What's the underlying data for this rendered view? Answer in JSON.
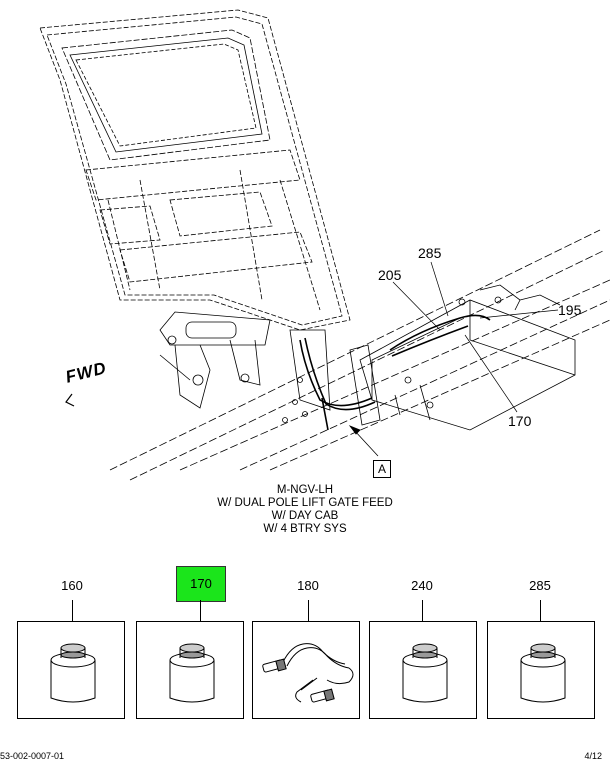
{
  "callouts": {
    "c285": "285",
    "c205": "205",
    "c195": "195",
    "c170": "170"
  },
  "fwd_label": "FWD",
  "ref_box": "A",
  "caption": {
    "line1": "M-NGV-LH",
    "line2": "W/ DUAL POLE LIFT GATE FEED",
    "line3": "W/ DAY CAB",
    "line4": "W/ 4 BTRY SYS"
  },
  "parts": [
    {
      "number": "160",
      "icon": "chemical-can-icon"
    },
    {
      "number": "170",
      "icon": "chemical-can-icon",
      "highlighted": true
    },
    {
      "number": "180",
      "icon": "coiled-cable-icon"
    },
    {
      "number": "240",
      "icon": "chemical-can-icon"
    },
    {
      "number": "285",
      "icon": "chemical-can-icon"
    }
  ],
  "footer": {
    "left": "53-002-0007-01",
    "right": "4/12"
  },
  "colors": {
    "highlight": "#1be51b",
    "line": "#000000"
  }
}
